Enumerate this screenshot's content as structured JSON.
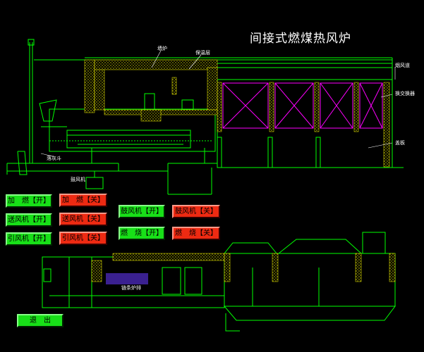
{
  "title": "间接式燃煤热风炉",
  "labels": {
    "furnace": "墙炉",
    "insulation": "保温层",
    "flue": "烟风道",
    "heat_exchanger": "换交换器",
    "body": "盖板",
    "ash_hopper": "落灰斗",
    "blower": "鼓风机",
    "chain_grate": "链条炉排"
  },
  "buttons": {
    "feed_on": "加　燃【开】",
    "feed_off": "加　燃【关】",
    "supply_fan_on": "送风机【开】",
    "supply_fan_off": "送风机【关】",
    "induced_fan_on": "引风机【开】",
    "induced_fan_off": "引风机【关】",
    "blower_on": "鼓风机【开】",
    "blower_off": "鼓风机【关】",
    "burn_on": "燃　烧【开】",
    "burn_off": "燃　烧【关】",
    "exit": "退　出"
  },
  "colors": {
    "line": "#00ff00",
    "exchanger": "#ff00ff",
    "brick": "#c8c800",
    "button_on": "#18e018",
    "button_off": "#ee2a12"
  }
}
